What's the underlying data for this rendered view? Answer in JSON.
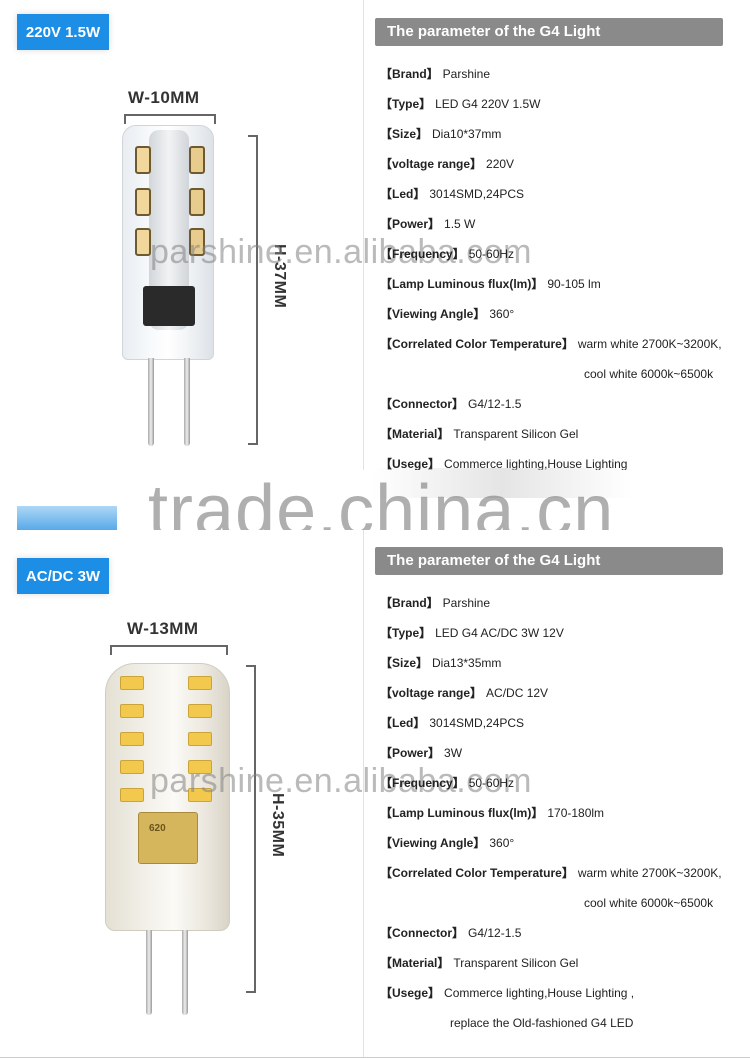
{
  "products": [
    {
      "badge": "220V 1.5W",
      "width_label": "W-10MM",
      "height_label": "H-37MM",
      "header": "The parameter of the G4 Light",
      "params": [
        {
          "k": "【Brand】",
          "v": "Parshine"
        },
        {
          "k": "【Type】",
          "v": "LED G4 220V 1.5W"
        },
        {
          "k": "【Size】",
          "v": "Dia10*37mm"
        },
        {
          "k": "【voltage range】",
          "v": "220V"
        },
        {
          "k": "【Led】",
          "v": "3014SMD,24PCS"
        },
        {
          "k": "【Power】",
          "v": "1.5 W"
        },
        {
          "k": "【Frequency】",
          "v": "50-60Hz"
        },
        {
          "k": "【Lamp Luminous flux(lm)】",
          "v": "90-105 lm"
        },
        {
          "k": "【Viewing Angle】",
          "v": "360°"
        },
        {
          "k": "【Correlated Color Temperature】",
          "v": "warm white 2700K~3200K,"
        },
        {
          "k": "",
          "v": "cool white 6000k~6500k"
        },
        {
          "k": "【Connector】",
          "v": "G4/12-1.5"
        },
        {
          "k": "【Material】",
          "v": "Transparent Silicon Gel"
        },
        {
          "k": "【Usege】",
          "v": "Commerce lighting,House Lighting"
        }
      ]
    },
    {
      "badge": "AC/DC 3W",
      "width_label": "W-13MM",
      "height_label": "H-35MM",
      "header": "The parameter of the G4 Light",
      "chip_text": "620",
      "params": [
        {
          "k": "【Brand】",
          "v": "Parshine"
        },
        {
          "k": "【Type】",
          "v": "LED G4 AC/DC 3W 12V"
        },
        {
          "k": "【Size】",
          "v": "Dia13*35mm"
        },
        {
          "k": "【voltage range】",
          "v": "AC/DC 12V"
        },
        {
          "k": "【Led】",
          "v": "3014SMD,24PCS"
        },
        {
          "k": "【Power】",
          "v": "3W"
        },
        {
          "k": "【Frequency】",
          "v": "50-60Hz"
        },
        {
          "k": "【Lamp Luminous flux(lm)】",
          "v": "170-180lm"
        },
        {
          "k": "【Viewing Angle】",
          "v": "360°"
        },
        {
          "k": "【Correlated Color Temperature】",
          "v": "warm white 2700K~3200K,"
        },
        {
          "k": "",
          "v": "cool white 6000k~6500k"
        },
        {
          "k": "【Connector】",
          "v": "G4/12-1.5"
        },
        {
          "k": "【Material】",
          "v": "Transparent Silicon Gel"
        },
        {
          "k": "【Usege】",
          "v": "Commerce lighting,House Lighting ,"
        },
        {
          "k": "",
          "v": "replace the Old-fashioned G4 LED"
        }
      ]
    }
  ],
  "watermarks": {
    "small": "parshine.en.alibaba.com",
    "big": "trade.china.cn"
  },
  "colors": {
    "badge_blue": "#1d8ee6",
    "header_gray": "#8a8a8a"
  }
}
